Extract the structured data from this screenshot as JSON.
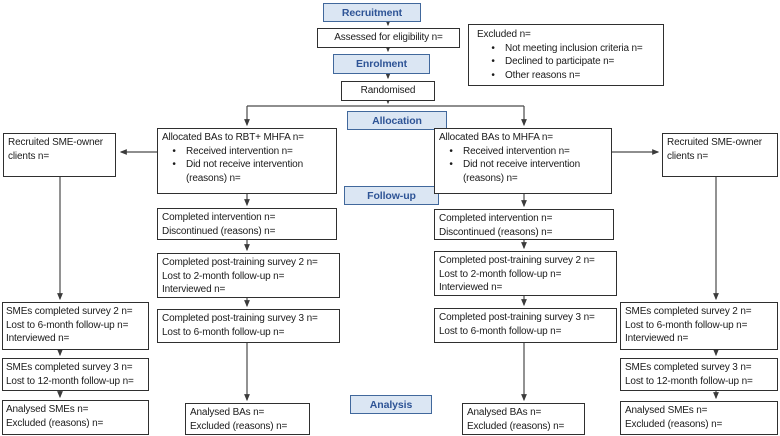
{
  "glyphs": {
    "bullet": "•"
  },
  "colors": {
    "phase_fill": "#dbe6f3",
    "phase_border": "#41689c",
    "phase_text": "#2e5496",
    "box_border": "#2f2f2f",
    "arrow": "#4a4a4a"
  },
  "phases": {
    "recruitment": "Recruitment",
    "enrolment": "Enrolment",
    "allocation": "Allocation",
    "followup": "Follow-up",
    "analysis": "Analysis"
  },
  "boxes": {
    "assessed": {
      "lines": [
        "Assessed for eligibility n="
      ]
    },
    "randomised": {
      "lines": [
        "Randomised"
      ]
    },
    "excluded": {
      "title": "Excluded n=",
      "bullets": [
        "Not meeting inclusion criteria n=",
        "Declined to participate n=",
        "Other reasons n="
      ]
    },
    "alloc_left": {
      "title": "Allocated BAs to RBT+ MHFA n=",
      "bullets": [
        "Received intervention n=",
        "Did not receive intervention (reasons) n="
      ]
    },
    "alloc_right": {
      "title": "Allocated BAs to MHFA n=",
      "bullets": [
        "Received intervention n=",
        "Did not receive intervention (reasons) n="
      ]
    },
    "recruited_left": {
      "lines": [
        "Recruited SME-owner clients n="
      ]
    },
    "recruited_right": {
      "lines": [
        "Recruited SME-owner clients n="
      ]
    },
    "completed_left": {
      "lines": [
        "Completed intervention n=",
        "Discontinued (reasons) n="
      ]
    },
    "completed_right": {
      "lines": [
        "Completed intervention n=",
        "Discontinued (reasons) n="
      ]
    },
    "survey2_left": {
      "lines": [
        "Completed post-training survey 2 n=",
        "Lost to 2-month follow-up n=",
        "Interviewed n="
      ]
    },
    "survey2_right": {
      "lines": [
        "Completed post-training survey 2 n=",
        "Lost to 2-month follow-up n=",
        "Interviewed n="
      ]
    },
    "survey3_left": {
      "lines": [
        "Completed post-training survey 3 n=",
        "Lost to 6-month follow-up n="
      ]
    },
    "survey3_right": {
      "lines": [
        "Completed post-training survey 3 n=",
        "Lost to 6-month follow-up n="
      ]
    },
    "analysed_bas_left": {
      "lines": [
        "Analysed BAs n=",
        "Excluded (reasons) n="
      ]
    },
    "analysed_bas_right": {
      "lines": [
        "Analysed BAs n=",
        "Excluded (reasons) n="
      ]
    },
    "sme_survey2_left": {
      "lines": [
        "SMEs completed survey 2 n=",
        "Lost to 6-month follow-up n=",
        "Interviewed n="
      ]
    },
    "sme_survey2_right": {
      "lines": [
        "SMEs completed survey 2 n=",
        "Lost to 6-month follow-up n=",
        "Interviewed n="
      ]
    },
    "sme_survey3_left": {
      "lines": [
        "SMEs completed survey 3 n=",
        "Lost to 12-month follow-up n="
      ]
    },
    "sme_survey3_right": {
      "lines": [
        "SMEs completed survey 3 n=",
        "Lost to 12-month follow-up n="
      ]
    },
    "analysed_smes_left": {
      "lines": [
        "Analysed SMEs n=",
        "Excluded (reasons) n="
      ]
    },
    "analysed_smes_right": {
      "lines": [
        "Analysed SMEs n=",
        "Excluded (reasons) n="
      ]
    }
  }
}
